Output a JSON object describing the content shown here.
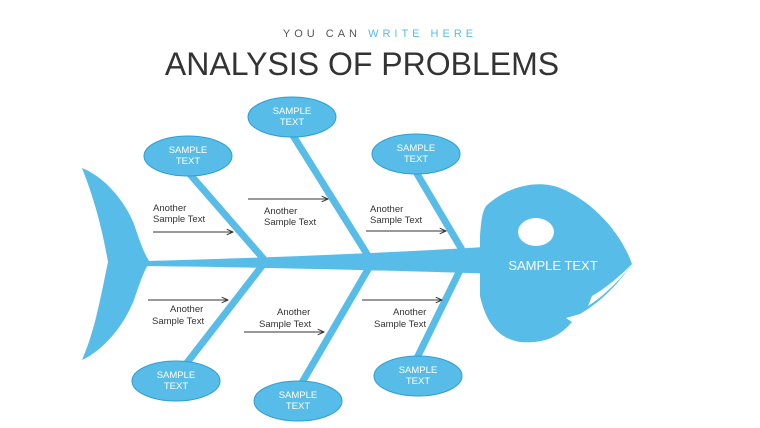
{
  "header": {
    "tagline_lead": "YOU CAN ",
    "tagline_accent": "WRITE HERE",
    "title": "ANALYSIS OF PROBLEMS"
  },
  "fish": {
    "head_label": "SAMPLE TEXT"
  },
  "causes_top": [
    {
      "line1": "SAMPLE",
      "line2": "TEXT"
    },
    {
      "line1": "SAMPLE",
      "line2": "TEXT"
    },
    {
      "line1": "SAMPLE",
      "line2": "TEXT"
    }
  ],
  "causes_bottom": [
    {
      "line1": "SAMPLE",
      "line2": "TEXT"
    },
    {
      "line1": "SAMPLE",
      "line2": "TEXT"
    },
    {
      "line1": "SAMPLE",
      "line2": "TEXT"
    }
  ],
  "notes_top": [
    {
      "line1": "Another",
      "line2": "Sample Text"
    },
    {
      "line1": "Another",
      "line2": "Sample Text"
    },
    {
      "line1": "Another",
      "line2": "Sample Text"
    }
  ],
  "notes_bottom": [
    {
      "line1": "Another",
      "line2": "Sample Text"
    },
    {
      "line1": "Another",
      "line2": "Sample Text"
    },
    {
      "line1": "Another",
      "line2": "Sample Text"
    }
  ],
  "colors": {
    "fish": "#58BCE8",
    "ellipse_stroke": "#2E9FD3",
    "arrow": "#333333",
    "text": "#333333"
  }
}
